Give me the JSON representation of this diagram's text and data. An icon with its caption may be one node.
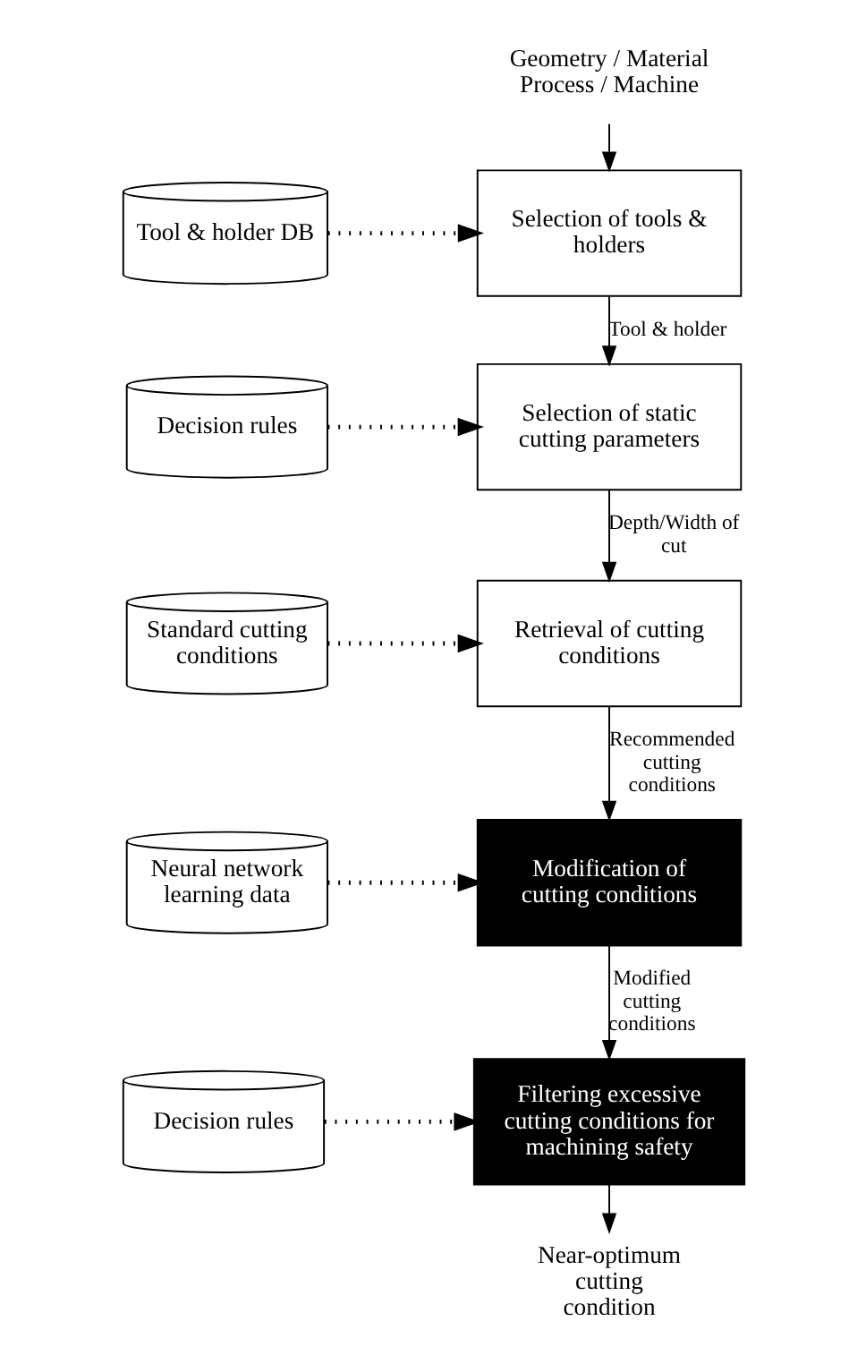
{
  "diagram": {
    "nodes": [
      {
        "text": [
          "Geometry / Material Process / Machine"
        ]
      },
      {
        "text": [
          "Tool & holder DB"
        ]
      },
      {
        "text": [
          "Selection of tools & holders"
        ]
      },
      {
        "text": [
          "Decision rules"
        ]
      },
      {
        "text": [
          "Selection of static cutting parameters"
        ]
      },
      {
        "text": [
          "Standard cutting conditions"
        ]
      },
      {
        "text": [
          "Retrieval of cutting conditions"
        ]
      },
      {
        "text": [
          "Neural network learning data"
        ]
      },
      {
        "text": [
          "Modification of cutting conditions"
        ]
      },
      {
        "text": [
          "Decision rules"
        ]
      },
      {
        "text": [
          "Filtering excessive cutting conditions for machining safety"
        ]
      },
      {
        "text": [
          "Near-optimum cutting condition"
        ]
      }
    ],
    "edges": [
      {
        "from": 0,
        "to": 2,
        "arrow": "to"
      },
      {
        "from": 1,
        "to": 2,
        "arrow": "to",
        "style": "dashed"
      },
      {
        "from": 2,
        "to": 4,
        "arrow": "to",
        "label": "Tool & holder"
      },
      {
        "from": 3,
        "to": 4,
        "arrow": "to",
        "style": "dashed"
      },
      {
        "from": 4,
        "to": 6,
        "arrow": "to",
        "label": "Depth/Width of cut"
      },
      {
        "from": 5,
        "to": 6,
        "arrow": "to",
        "style": "dashed"
      },
      {
        "from": 6,
        "to": 8,
        "arrow": "to",
        "label": "Recommended cutting conditions"
      },
      {
        "from": 7,
        "to": 8,
        "arrow": "to",
        "style": "dashed"
      },
      {
        "from": 8,
        "to": 10,
        "arrow": "to",
        "label": "Modified cutting conditions"
      },
      {
        "from": 9,
        "to": 10,
        "arrow": "to",
        "style": "dashed"
      },
      {
        "from": 10,
        "to": 11,
        "arrow": "to"
      }
    ]
  }
}
